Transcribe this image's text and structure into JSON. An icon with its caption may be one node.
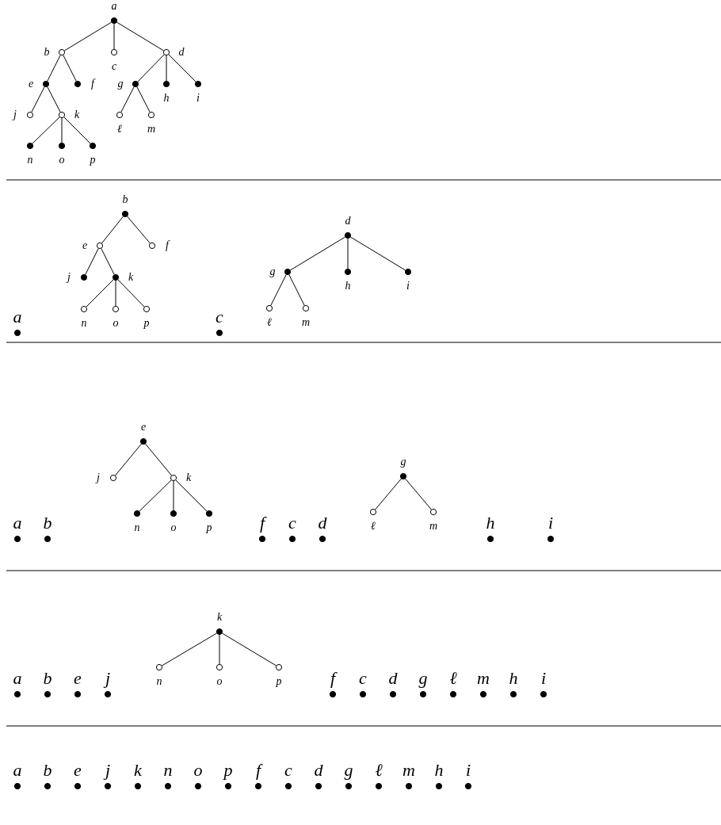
{
  "diagram": {
    "nodes": [
      {
        "text": [
          "a"
        ]
      },
      {
        "text": [
          "b"
        ]
      },
      {
        "text": [
          "c"
        ]
      },
      {
        "text": [
          "d"
        ]
      },
      {
        "text": [
          "e"
        ]
      },
      {
        "text": [
          "f"
        ]
      },
      {
        "text": [
          "g"
        ]
      },
      {
        "text": [
          "h"
        ]
      },
      {
        "text": [
          "i"
        ]
      },
      {
        "text": [
          "j"
        ]
      },
      {
        "text": [
          "k"
        ]
      },
      {
        "text": [
          "ℓ"
        ]
      },
      {
        "text": [
          "m"
        ]
      },
      {
        "text": [
          "n"
        ]
      },
      {
        "text": [
          "o"
        ]
      },
      {
        "text": [
          "p"
        ]
      },
      {
        "text": [
          "b"
        ]
      },
      {
        "text": [
          "d"
        ]
      },
      {
        "text": [
          "e"
        ]
      },
      {
        "text": [
          "f"
        ]
      },
      {
        "text": [
          "g"
        ]
      },
      {
        "text": [
          "h"
        ]
      },
      {
        "text": [
          "i"
        ]
      },
      {
        "text": [
          "j"
        ]
      },
      {
        "text": [
          "k"
        ]
      },
      {
        "text": [
          "ℓ"
        ]
      },
      {
        "text": [
          "m"
        ]
      },
      {
        "text": [
          "n"
        ]
      },
      {
        "text": [
          "o"
        ]
      },
      {
        "text": [
          "p"
        ]
      },
      {
        "text": [
          "a"
        ]
      },
      {
        "text": [
          "c"
        ]
      },
      {
        "text": [
          "e"
        ]
      },
      {
        "text": [
          "g"
        ]
      },
      {
        "text": [
          "j"
        ]
      },
      {
        "text": [
          "k"
        ]
      },
      {
        "text": [
          "ℓ"
        ]
      },
      {
        "text": [
          "m"
        ]
      },
      {
        "text": [
          "n"
        ]
      },
      {
        "text": [
          "o"
        ]
      },
      {
        "text": [
          "p"
        ]
      },
      {
        "text": [
          "a"
        ]
      },
      {
        "text": [
          "b"
        ]
      },
      {
        "text": [
          "f"
        ]
      },
      {
        "text": [
          "c"
        ]
      },
      {
        "text": [
          "d"
        ]
      },
      {
        "text": [
          "h"
        ]
      },
      {
        "text": [
          "i"
        ]
      },
      {
        "text": [
          "k"
        ]
      },
      {
        "text": [
          "n"
        ]
      },
      {
        "text": [
          "o"
        ]
      },
      {
        "text": [
          "p"
        ]
      },
      {
        "text": [
          "a"
        ]
      },
      {
        "text": [
          "b"
        ]
      },
      {
        "text": [
          "e"
        ]
      },
      {
        "text": [
          "j"
        ]
      },
      {
        "text": [
          "f"
        ]
      },
      {
        "text": [
          "c"
        ]
      },
      {
        "text": [
          "d"
        ]
      },
      {
        "text": [
          "g"
        ]
      },
      {
        "text": [
          "ℓ"
        ]
      },
      {
        "text": [
          "m"
        ]
      },
      {
        "text": [
          "h"
        ]
      },
      {
        "text": [
          "i"
        ]
      },
      {
        "text": [
          "a"
        ]
      },
      {
        "text": [
          "b"
        ]
      },
      {
        "text": [
          "e"
        ]
      },
      {
        "text": [
          "j"
        ]
      },
      {
        "text": [
          "k"
        ]
      },
      {
        "text": [
          "n"
        ]
      },
      {
        "text": [
          "o"
        ]
      },
      {
        "text": [
          "p"
        ]
      },
      {
        "text": [
          "f"
        ]
      },
      {
        "text": [
          "c"
        ]
      },
      {
        "text": [
          "d"
        ]
      },
      {
        "text": [
          "g"
        ]
      },
      {
        "text": [
          "ℓ"
        ]
      },
      {
        "text": [
          "m"
        ]
      },
      {
        "text": [
          "h"
        ]
      },
      {
        "text": [
          "i"
        ]
      }
    ],
    "edges": [
      {
        "from": 0,
        "to": 1,
        "arrow": "none"
      },
      {
        "from": 0,
        "to": 2,
        "arrow": "none"
      },
      {
        "from": 0,
        "to": 3,
        "arrow": "none"
      },
      {
        "from": 1,
        "to": 4,
        "arrow": "none"
      },
      {
        "from": 1,
        "to": 5,
        "arrow": "none"
      },
      {
        "from": 3,
        "to": 6,
        "arrow": "none"
      },
      {
        "from": 3,
        "to": 7,
        "arrow": "none"
      },
      {
        "from": 3,
        "to": 8,
        "arrow": "none"
      },
      {
        "from": 4,
        "to": 9,
        "arrow": "none"
      },
      {
        "from": 4,
        "to": 10,
        "arrow": "none"
      },
      {
        "from": 6,
        "to": 11,
        "arrow": "none"
      },
      {
        "from": 6,
        "to": 12,
        "arrow": "none"
      },
      {
        "from": 10,
        "to": 13,
        "arrow": "none"
      },
      {
        "from": 10,
        "to": 14,
        "arrow": "none"
      },
      {
        "from": 10,
        "to": 15,
        "arrow": "none"
      },
      {
        "from": 16,
        "to": 18,
        "arrow": "none"
      },
      {
        "from": 16,
        "to": 19,
        "arrow": "none"
      },
      {
        "from": 18,
        "to": 23,
        "arrow": "none"
      },
      {
        "from": 18,
        "to": 24,
        "arrow": "none"
      },
      {
        "from": 24,
        "to": 27,
        "arrow": "none"
      },
      {
        "from": 24,
        "to": 28,
        "arrow": "none"
      },
      {
        "from": 24,
        "to": 29,
        "arrow": "none"
      },
      {
        "from": 17,
        "to": 20,
        "arrow": "none"
      },
      {
        "from": 17,
        "to": 21,
        "arrow": "none"
      },
      {
        "from": 17,
        "to": 22,
        "arrow": "none"
      },
      {
        "from": 20,
        "to": 25,
        "arrow": "none"
      },
      {
        "from": 20,
        "to": 26,
        "arrow": "none"
      },
      {
        "from": 32,
        "to": 34,
        "arrow": "none"
      },
      {
        "from": 32,
        "to": 35,
        "arrow": "none"
      },
      {
        "from": 35,
        "to": 38,
        "arrow": "none"
      },
      {
        "from": 35,
        "to": 39,
        "arrow": "none"
      },
      {
        "from": 35,
        "to": 40,
        "arrow": "none"
      },
      {
        "from": 33,
        "to": 36,
        "arrow": "none"
      },
      {
        "from": 33,
        "to": 37,
        "arrow": "none"
      },
      {
        "from": 48,
        "to": 49,
        "arrow": "none"
      },
      {
        "from": 48,
        "to": 50,
        "arrow": "none"
      },
      {
        "from": 48,
        "to": 51,
        "arrow": "none"
      }
    ]
  }
}
